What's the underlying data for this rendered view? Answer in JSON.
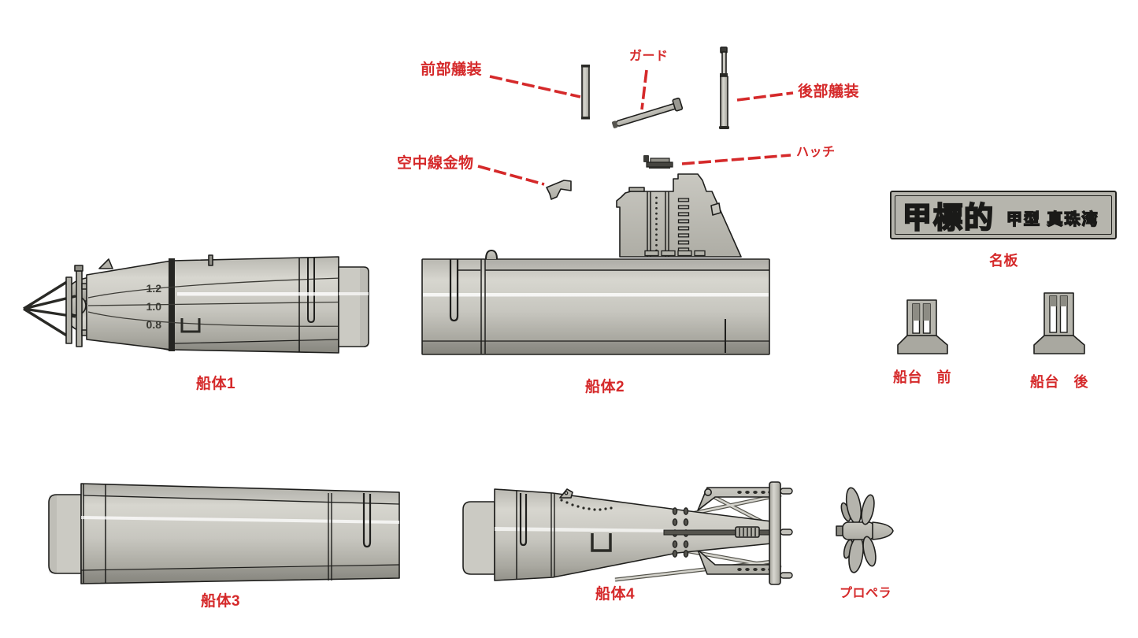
{
  "page": {
    "background": "#ffffff"
  },
  "colors": {
    "label_red": "#d5292a",
    "part_gray": "#c6c5be",
    "part_dark": "#93928a",
    "outline": "#1f1f1d"
  },
  "callouts": {
    "front_fitting": "前部艤装",
    "guard": "ガード",
    "rear_fitting": "後部艤装",
    "antenna_fitting": "空中線金物",
    "hatch": "ハッチ",
    "nameplate": "名板",
    "hull1": "船体1",
    "hull2": "船体2",
    "hull3": "船体3",
    "hull4": "船体4",
    "stand_front": "船台　前",
    "stand_rear": "船台　後",
    "propeller": "プロペラ"
  },
  "nameplate": {
    "title": "甲標的",
    "subtitle": "甲型 真珠湾"
  },
  "hull1_depth_marks": [
    "1.2",
    "1.0",
    "0.8"
  ]
}
